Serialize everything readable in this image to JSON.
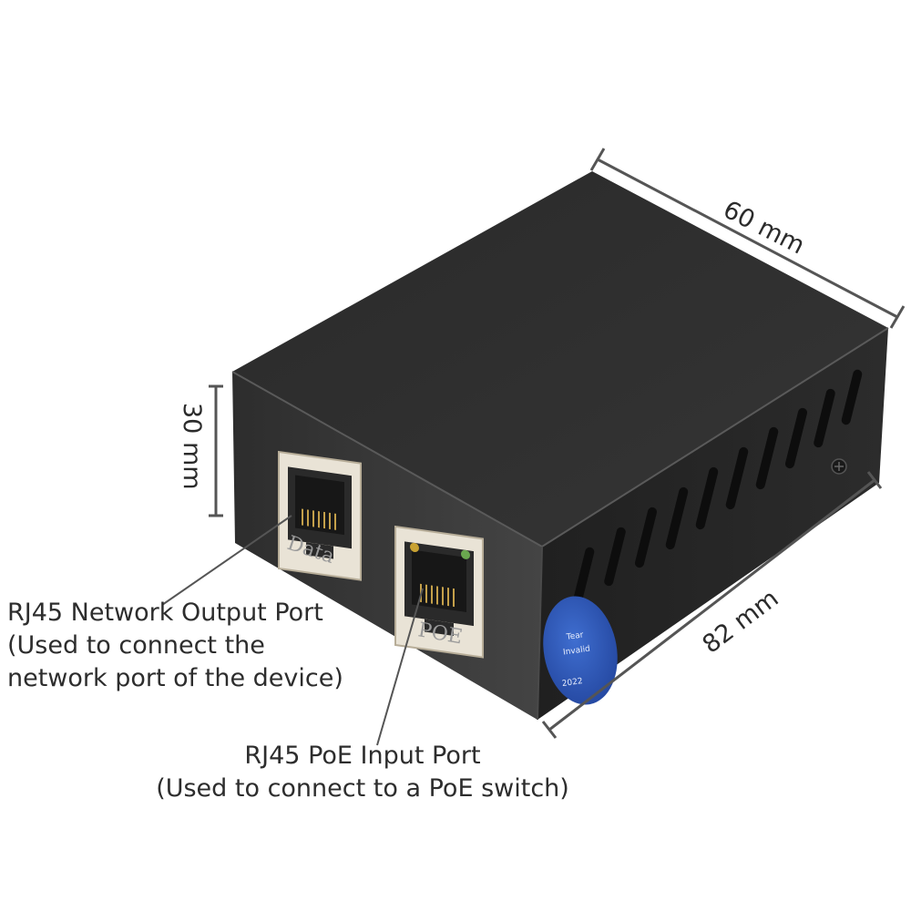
{
  "dimensions": {
    "width": "60 mm",
    "length": "82 mm",
    "height": "30 mm"
  },
  "ports": {
    "data": {
      "label": "Data",
      "callout_lines": [
        "RJ45 Network Output Port",
        "(Used to connect the",
        "network port of the device)"
      ]
    },
    "poe": {
      "label": "POE",
      "callout_lines": [
        "RJ45 PoE Input Port",
        "(Used to connect to a PoE switch)"
      ]
    }
  },
  "sticker": {
    "lines": [
      "Tear",
      "Invalid",
      "2022"
    ]
  },
  "colors": {
    "housing_top": "#2f2f2f",
    "housing_front": "#3a3a3a",
    "housing_side": "#262626",
    "sticker": "#2f57b8",
    "port_frame": "#e9e3d6"
  }
}
